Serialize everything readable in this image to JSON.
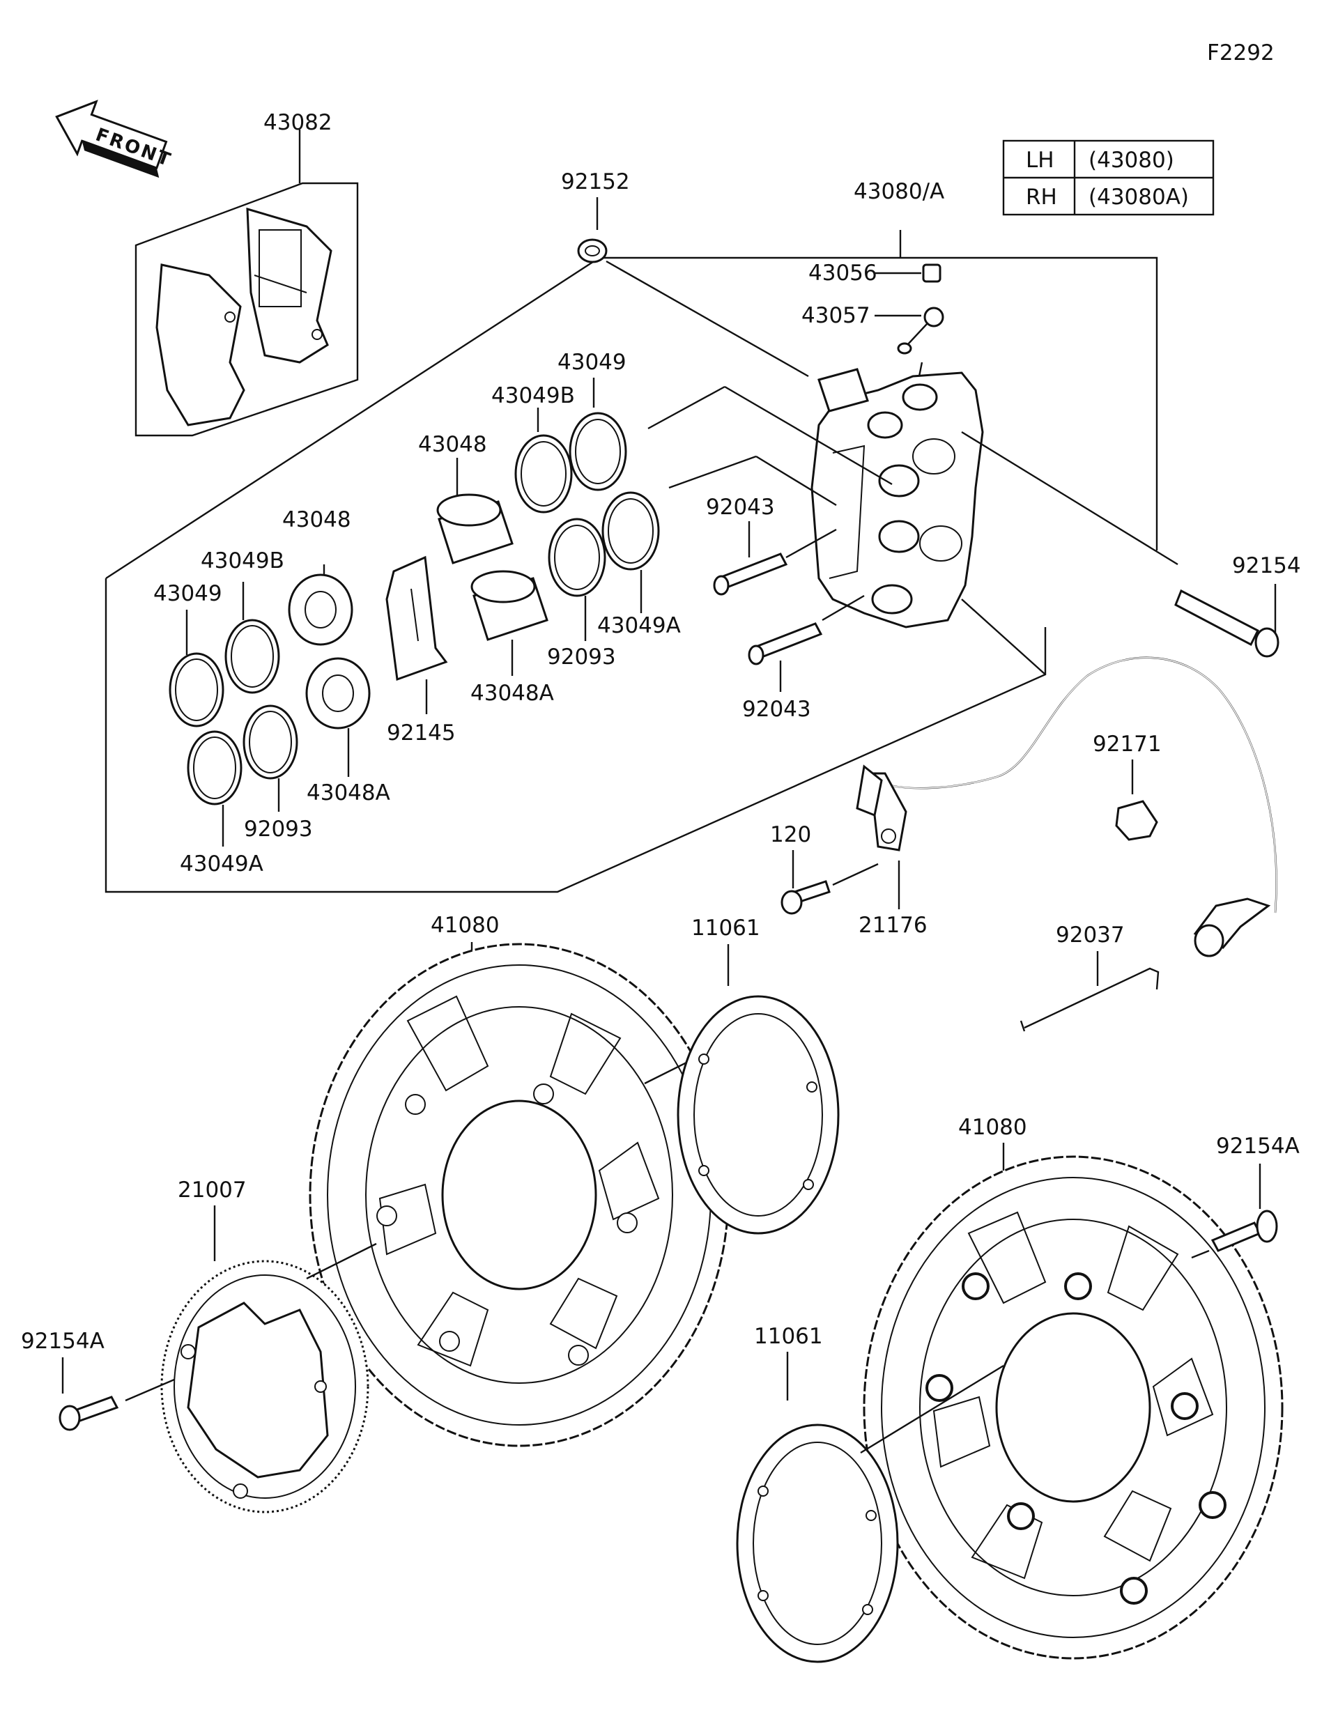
{
  "figure_code": "F2292",
  "direction_label": "FRONT",
  "side_table": {
    "rows": [
      {
        "side": "LH",
        "part": "(43080)"
      },
      {
        "side": "RH",
        "part": "(43080A)"
      }
    ]
  },
  "parts": {
    "pad_set": "43082",
    "bleed_cap": "92152",
    "caliper_assy": "43080/A",
    "bleeder_valve": "43056",
    "bleeder_cap": "43057",
    "seal_outer_top": "43049",
    "seal_b_top": "43049B",
    "piston_top": "43048",
    "piston_left": "43048",
    "seal_b_left": "43049B",
    "seal_left": "43049",
    "pad_spring": "92145",
    "piston_a_left": "43048A",
    "seal_92093_left": "92093",
    "seal_a_left": "43049A",
    "piston_a_center": "43048A",
    "seal_92093_center": "92093",
    "seal_a_center": "43049A",
    "pad_pin_upper": "92043",
    "pad_pin_lower": "92043",
    "caliper_bolt": "92154",
    "sensor_clamp": "92171",
    "sensor_bolt": "120",
    "abs_sensor": "21176",
    "clip": "92037",
    "disc_left": "41080",
    "spacer_left": "11061",
    "sensor_rotor": "21007",
    "rotor_bolt_left": "92154A",
    "disc_right": "41080",
    "spacer_right": "11061",
    "disc_bolt_right": "92154A"
  }
}
